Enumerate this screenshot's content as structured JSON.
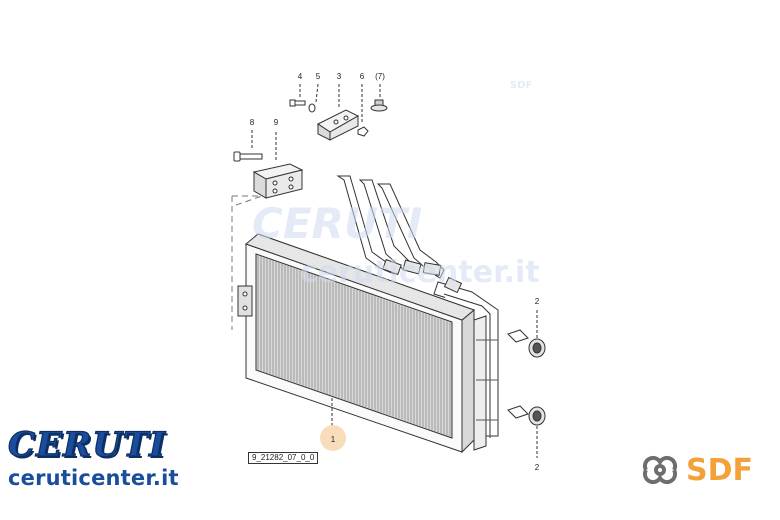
{
  "callouts": {
    "c1": "1",
    "c2a": "2",
    "c2b": "2",
    "c3": "3",
    "c4": "4",
    "c5": "5",
    "c6": "6",
    "c7": "(7)",
    "c8": "8",
    "c9": "9"
  },
  "drawing_code": "9_21282_07_0_0",
  "watermark": {
    "brand": "CERUTI",
    "url": "ceruticenter.it",
    "sdf": "SDF"
  },
  "logos": {
    "ceruti_word": "CERUTI",
    "ceruti_url": "ceruticenter.it",
    "sdf_word": "SDF",
    "ceruti_color": "#1a4e9c",
    "sdf_color": "#f3a23a"
  }
}
